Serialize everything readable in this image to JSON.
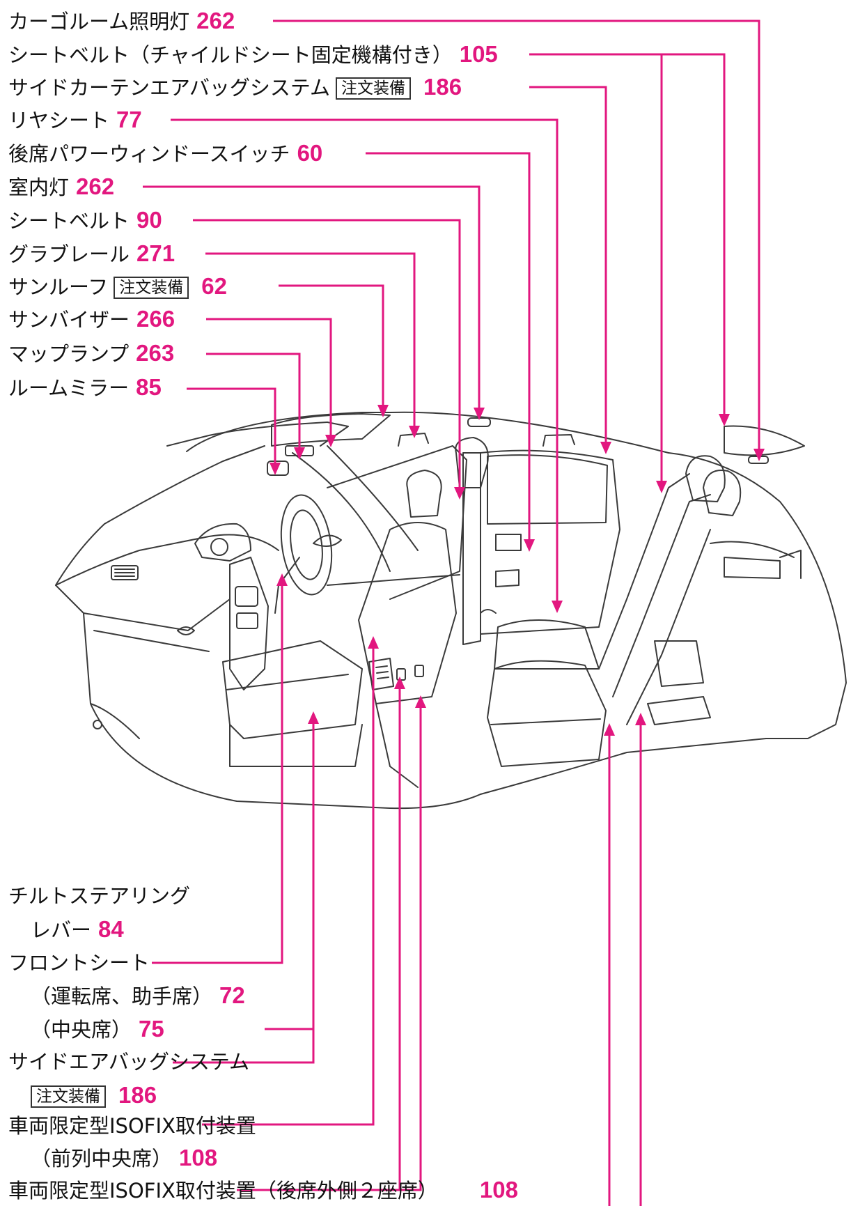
{
  "colors": {
    "leader": "#e2177f",
    "text": "#111111",
    "outline": "#3a3a3a"
  },
  "option_badge": "注文装備",
  "callouts_top": [
    {
      "label": "カーゴルーム照明灯",
      "page": "262"
    },
    {
      "label": "シートベルト（チャイルドシート固定機構付き）",
      "page": "105"
    },
    {
      "label": "サイドカーテンエアバッグシステム",
      "page": "186",
      "optional": true
    },
    {
      "label": "リヤシート",
      "page": "77"
    },
    {
      "label": "後席パワーウィンドースイッチ",
      "page": "60"
    },
    {
      "label": "室内灯",
      "page": "262"
    },
    {
      "label": "シートベルト",
      "page": "90"
    },
    {
      "label": "グラブレール",
      "page": "271"
    },
    {
      "label": "サンルーフ",
      "page": "62",
      "optional": true
    },
    {
      "label": "サンバイザー",
      "page": "266"
    },
    {
      "label": "マップランプ",
      "page": "263"
    },
    {
      "label": "ルームミラー",
      "page": "85"
    }
  ],
  "callouts_bottom": {
    "tilt_title": "チルトステアリング",
    "tilt_label": "レバー",
    "tilt_page": "84",
    "front_seat_title": "フロントシート",
    "front_driver_label": "（運転席、助手席）",
    "front_driver_page": "72",
    "front_center_label": "（中央席）",
    "front_center_page": "75",
    "side_airbag_title": "サイドエアバッグシステム",
    "side_airbag_page": "186",
    "isofix_front_title": "車両限定型ISOFIX取付装置",
    "isofix_front_label": "（前列中央席）",
    "isofix_front_page": "108",
    "isofix_rear_label": "車両限定型ISOFIX取付装置（後席外側２座席）",
    "isofix_rear_page": "108"
  }
}
